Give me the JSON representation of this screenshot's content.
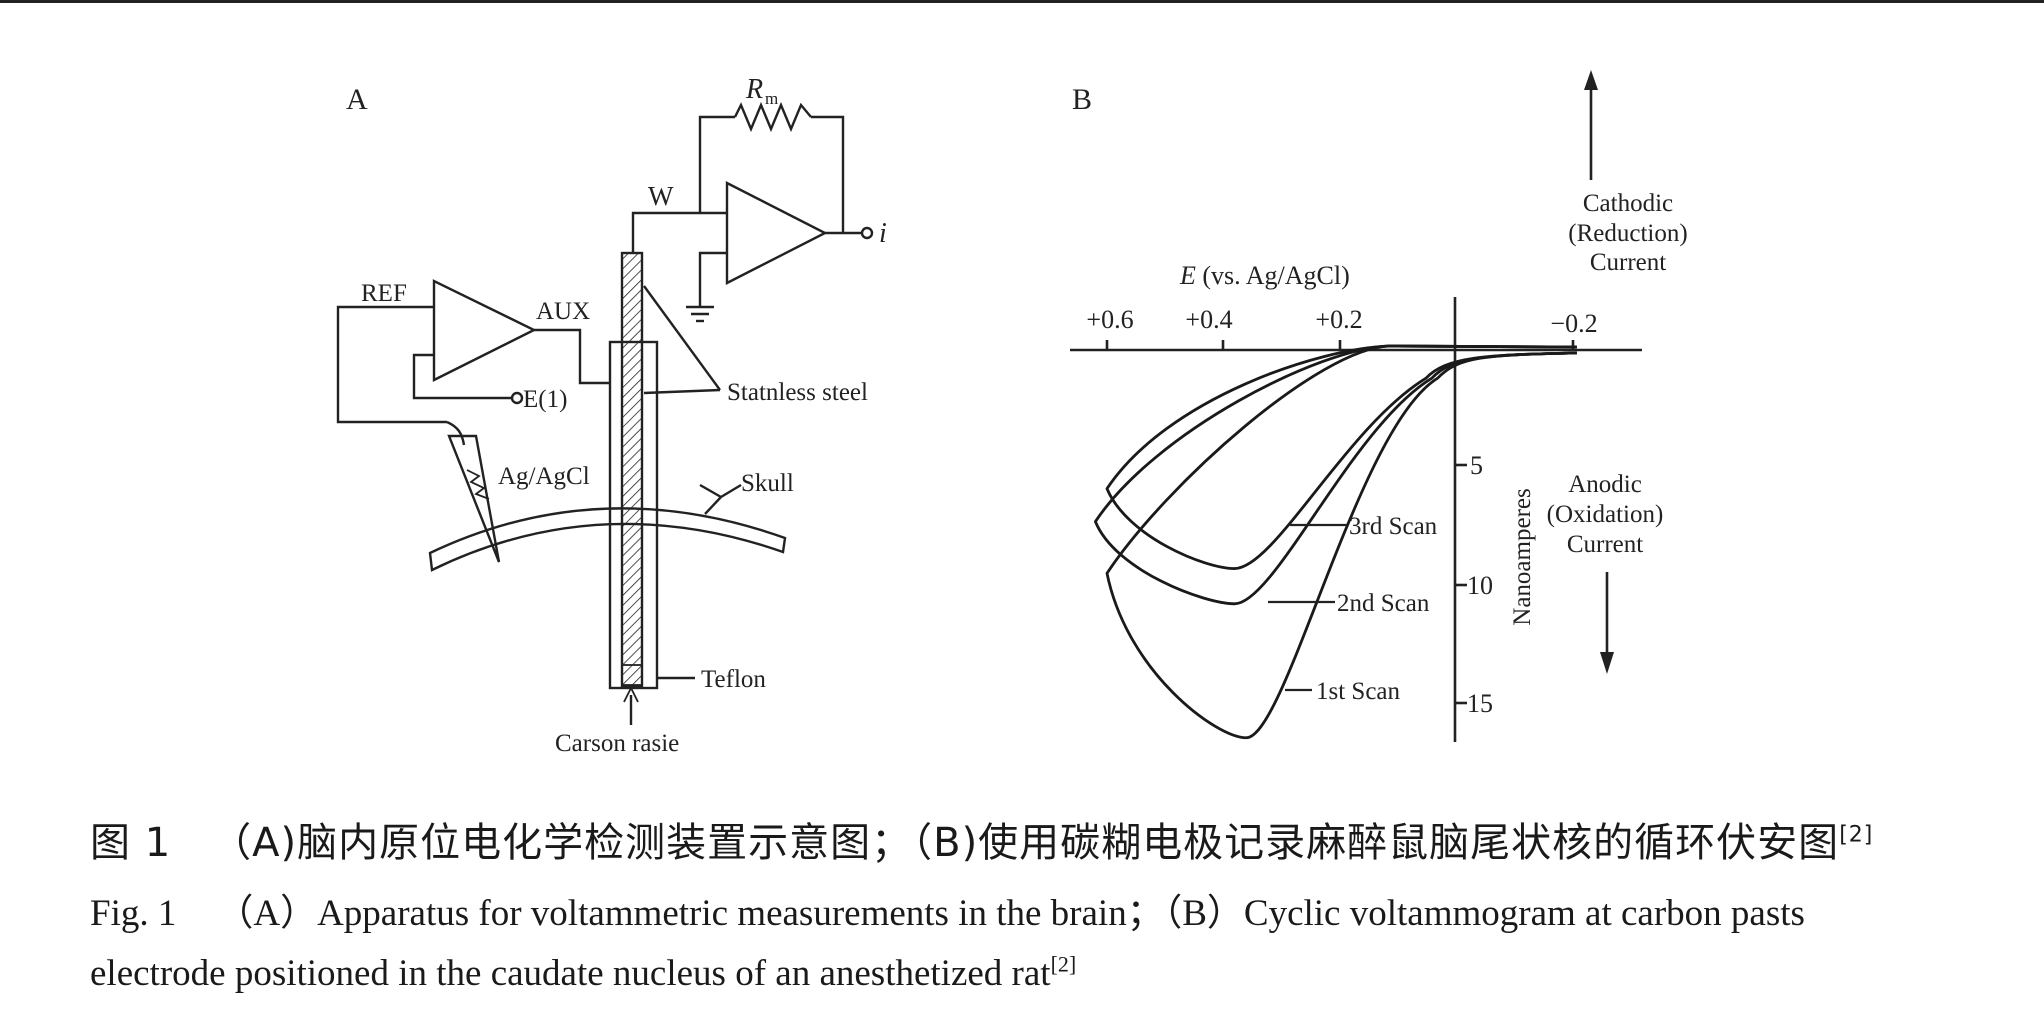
{
  "panel_a": {
    "label": "A",
    "labels": {
      "rm_main": "R",
      "rm_sub": "m",
      "w": "W",
      "i": "i",
      "ref": "REF",
      "aux": "AUX",
      "e1": "E(1)",
      "stainless": "Statnless steel",
      "agagcl": "Ag/AgCl",
      "skull": "Skull",
      "teflon": "Teflon",
      "carbon": "Carson rasie"
    }
  },
  "panel_b": {
    "label": "B",
    "cathodic": [
      "Cathodic",
      "(Reduction)",
      "Current"
    ],
    "anodic": [
      "Anodic",
      "(Oxidation)",
      "Current"
    ],
    "scan_labels": [
      "3rd Scan",
      "2nd Scan",
      "1st Scan"
    ]
  },
  "chart_data": {
    "type": "line",
    "xlabel_italic": "E",
    "xlabel_rest": "(vs. Ag/AgCl)",
    "ylabel": "Nanoamperes",
    "x_tick_labels": [
      "+0.6",
      "+0.4",
      "+0.2",
      "−0.2"
    ],
    "y_tick_labels": [
      "5",
      "10",
      "15"
    ],
    "x_reversed": true,
    "y_inverted": true,
    "series": [
      {
        "name": "1st Scan",
        "peak_x": 0.36,
        "peak_y": 16.5,
        "start_x": 0.6,
        "start_y": 9.5
      },
      {
        "name": "2nd Scan",
        "peak_x": 0.38,
        "peak_y": 10.8,
        "start_x": 0.62,
        "start_y": 7.3
      },
      {
        "name": "3rd Scan",
        "peak_x": 0.38,
        "peak_y": 9.3,
        "start_x": 0.6,
        "start_y": 5.9
      }
    ]
  },
  "caption": {
    "cn_fig": "图 1",
    "cn_text": "（A)脑内原位电化学检测装置示意图；（B)使用碳糊电极记录麻醉鼠脑尾状核的循环伏安图",
    "cn_ref": "[2]",
    "en_fig": "Fig. 1",
    "en_text_1": "（A）Apparatus for voltammetric measurements in the brain；（B）Cyclic voltammogram at carbon pasts",
    "en_text_2": "electrode positioned in the caudate nucleus of an anesthetized rat",
    "en_ref": "[2]"
  }
}
